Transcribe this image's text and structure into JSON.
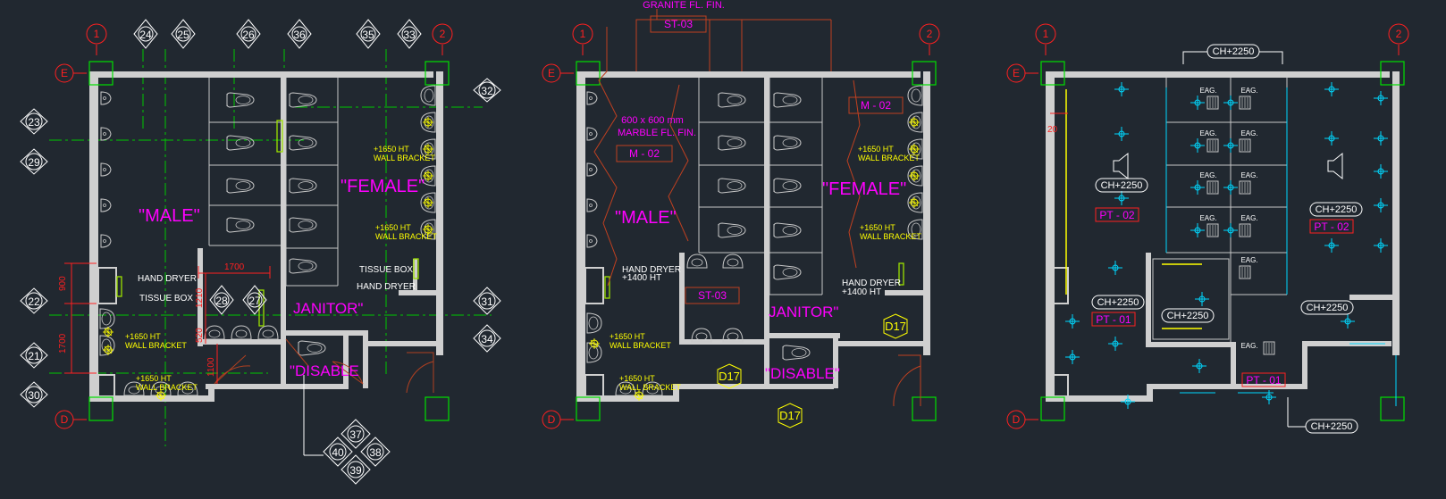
{
  "colors": {
    "background": "#212830",
    "wall": "#cfcfcf",
    "column": "#00e000",
    "gridline": "#00c800",
    "bubble": "#ff2020",
    "tag": "#ff00ff",
    "note": "#ffff00",
    "fixture": "#c8c8c8",
    "door": "#b04020",
    "dimension": "#ff2020",
    "light": "#00d8ff",
    "leader": "#c04020"
  },
  "grid_bubbles": {
    "plan1": {
      "col_left": "1",
      "col_right": "2",
      "row_top": "E",
      "row_bottom": "D"
    },
    "plan2": {
      "col_left": "1",
      "col_right": "2",
      "row_top": "E",
      "row_bottom": "D"
    },
    "plan3": {
      "col_left": "1",
      "col_right": "2",
      "row_top": "E",
      "row_bottom": "D"
    }
  },
  "plan1": {
    "room_male": "\"MALE\"",
    "room_female": "\"FEMALE\"",
    "room_janitor": "JANITOR\"",
    "room_disable": "\"DISABLE",
    "note_wall_bracket_1": "+1650  HT",
    "note_wall_bracket_1b": "WALL BRACKET",
    "note_wall_bracket_2": "+1650  HT",
    "note_wall_bracket_2b": "WALL BRACKET",
    "note_wall_bracket_3": "+1650  HT",
    "note_wall_bracket_3b": "WALL BRACKET",
    "note_wall_bracket_4": "+1650  HT",
    "note_wall_bracket_4b": "WALL BRACKET",
    "label_hand_dryer_left": "HAND DRYER",
    "label_tissue_box_left": "TISSUE BOX",
    "label_tissue_box_right": "TISSUE BOX",
    "label_hand_dryer_right": "HAND DRYER",
    "dims": {
      "d_900": "900",
      "d_1700_v": "1700",
      "d_1700_h": "1700",
      "d_1210": "1210",
      "d_520": "520",
      "d_1100": "1100"
    },
    "elevation_markers": {
      "top_24": "24",
      "top_25": "25",
      "top_26": "26",
      "top_36": "36",
      "top_35": "35",
      "top_33": "33",
      "right_32": "32",
      "left_23": "23",
      "left_29": "29",
      "left_22": "22",
      "left_21": "21",
      "left_30": "30",
      "mid_28": "28",
      "mid_27": "27",
      "right_31": "31",
      "right_34": "34",
      "bottom_37": "37",
      "bottom_40": "40",
      "bottom_38": "38",
      "bottom_39": "39"
    }
  },
  "plan2": {
    "granite_label": "GRANITE FL. FIN.",
    "tag_st03_top": "ST-03",
    "marble_line1": "600 x 600 mm",
    "marble_line2": "MARBLE FL. FIN.",
    "tag_m02_left": "M - 02",
    "tag_m02_right": "M - 02",
    "room_male": "\"MALE\"",
    "room_female": "\"FEMALE\"",
    "room_janitor": "JANITOR\"",
    "room_disable": "\"DISABLE\"",
    "tag_st03_mid": "ST-03",
    "hand_dryer_left_1": "HAND DRYER",
    "hand_dryer_left_2": "+1400  HT",
    "hand_dryer_right_1": "HAND DRYER",
    "hand_dryer_right_2": "+1400  HT",
    "note_wall_bracket_1": "+1650  HT",
    "note_wall_bracket_1b": "WALL BRACKET",
    "note_wall_bracket_2": "+1650  HT",
    "note_wall_bracket_2b": "WALL BRACKET",
    "note_wall_bracket_3": "+1650  HT",
    "note_wall_bracket_3b": "WALL BRACKET",
    "note_wall_bracket_4": "+1650  HT",
    "note_wall_bracket_4b": "WALL BRACKET",
    "door_tag_1": "D17",
    "door_tag_2": "D17",
    "door_tag_3": "D17"
  },
  "plan3": {
    "ch_top": "CH+2250",
    "ch_left_upper": "CH+2250",
    "ch_right_upper": "CH+2250",
    "ch_left_lower": "CH+2250",
    "ch_mid": "CH+2250",
    "ch_right_lower": "CH+2250",
    "ch_bottom": "CH+2250",
    "pt_left_upper": "PT - 02",
    "pt_right_upper": "PT - 02",
    "pt_left_lower": "PT - 01",
    "pt_bottom": "PT - 01",
    "dim_20": "20",
    "eag": "EAG."
  }
}
